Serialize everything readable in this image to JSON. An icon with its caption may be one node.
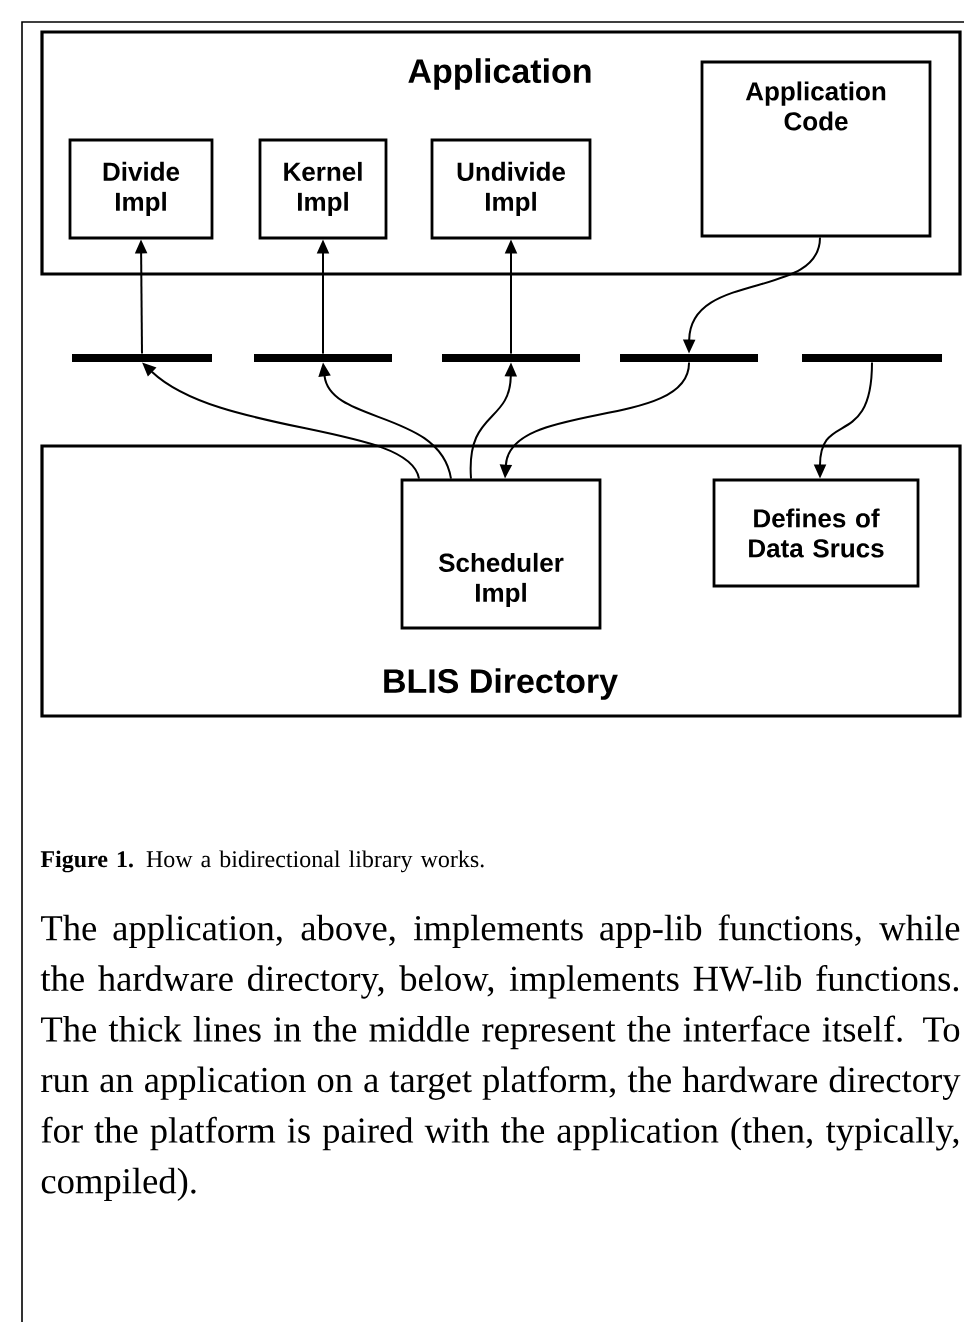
{
  "diagram": {
    "caption": "**Figure 1.** How a bidirectional library works.",
    "nodes": [
      {
        "text": [
          "Application"
        ]
      },
      {
        "text": [
          "Divide Impl"
        ],
        "in": 0
      },
      {
        "text": [
          "Kernel Impl"
        ],
        "in": 0
      },
      {
        "text": [
          "Undivide Impl"
        ],
        "in": 0
      },
      {
        "text": [
          "Application Code"
        ],
        "in": 0
      },
      {
        "text": [],
        "shape": "bar"
      },
      {
        "text": [],
        "shape": "bar"
      },
      {
        "text": [],
        "shape": "bar"
      },
      {
        "text": [],
        "shape": "bar"
      },
      {
        "text": [],
        "shape": "bar"
      },
      {
        "text": [
          "BLIS Directory"
        ]
      },
      {
        "text": [
          "Scheduler Impl"
        ],
        "in": 10
      },
      {
        "text": [
          "Defines of Data Srucs"
        ],
        "in": 10
      }
    ],
    "edges": [
      {
        "from": 5,
        "to": 1,
        "arrow": "to"
      },
      {
        "from": 6,
        "to": 2,
        "arrow": "to"
      },
      {
        "from": 7,
        "to": 3,
        "arrow": "to"
      },
      {
        "from": 11,
        "to": 5,
        "arrow": "to"
      },
      {
        "from": 11,
        "to": 6,
        "arrow": "to"
      },
      {
        "from": 11,
        "to": 7,
        "arrow": "to"
      },
      {
        "from": 4,
        "to": 8,
        "arrow": "to"
      },
      {
        "from": 8,
        "to": 11,
        "arrow": "to"
      },
      {
        "from": 9,
        "to": 12,
        "arrow": "to"
      }
    ],
    "labels": [
      "The application, above, implements app-lib functions, while the hardware directory, below, implements HW-lib functions. The thick lines in the middle represent the interface itself. To run an application on a target platform, the hardware directory for the platform is paired with the application (then, typically, compiled)."
    ]
  }
}
